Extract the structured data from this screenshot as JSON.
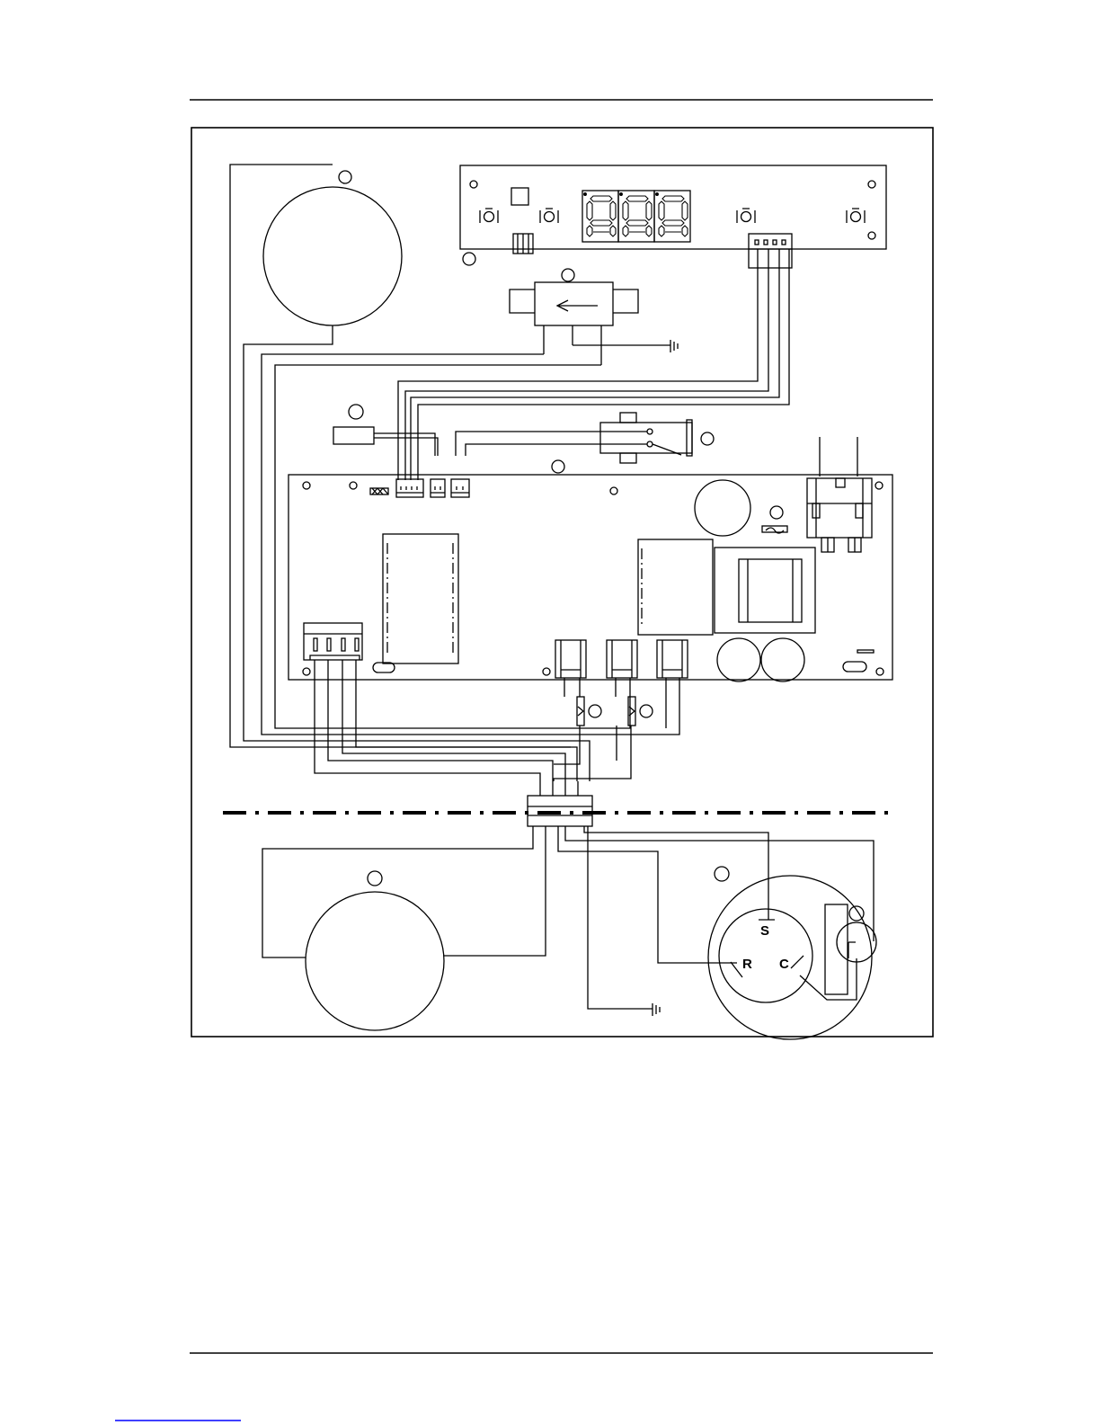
{
  "compressor": {
    "terminal_s": "S",
    "terminal_r": "R",
    "terminal_c": "C"
  },
  "colors": {
    "line": "#000000",
    "background": "#ffffff",
    "footer_link": "#0000ff"
  },
  "icons": {
    "ground": "ground-icon",
    "arrow": "arrow-left-icon",
    "fuse": "fuse-icon"
  }
}
